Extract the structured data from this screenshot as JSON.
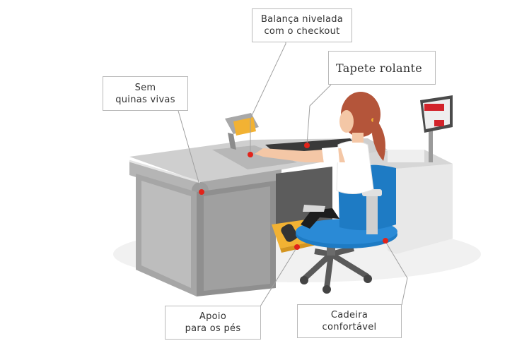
{
  "callouts": {
    "balanca": "Balança nivelada\ncom o checkout",
    "tapete": "Tapete rolante",
    "quinas": "Sem\nquinas vivas",
    "apoio": "Apoio\npara os pés",
    "cadeira": "Cadeira\nconfortável"
  },
  "colors": {
    "marker": "#e2231a",
    "counter_grey": "#9c9c9c",
    "counter_top": "#c8c8c8",
    "chair_blue": "#1e7bc4",
    "hair": "#b4553a",
    "skin": "#f4c7a6",
    "footrest": "#f2b233",
    "leader_line": "#a0a0a0"
  }
}
